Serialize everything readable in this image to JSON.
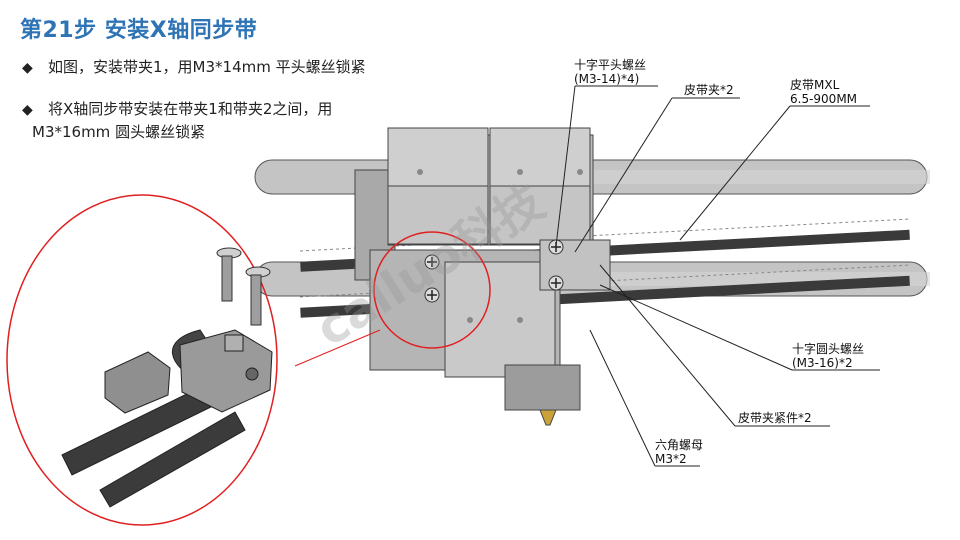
{
  "title": "第21步 安装X轴同步带",
  "bullets": [
    {
      "icon": "diamond-bullet-icon",
      "text": "如图，安装带夹1，用M3*14mm 平头螺丝锁紧"
    },
    {
      "icon": "diamond-bullet-icon",
      "line1": "将X轴同步带安装在带夹1和带夹2之间，用",
      "line2": "M3*16mm 圆头螺丝锁紧"
    }
  ],
  "callouts": {
    "flat_screw": {
      "l1": "十字平头螺丝",
      "l2": "(M3-14)*4)"
    },
    "belt_clip": {
      "l1": "皮带夹*2"
    },
    "belt": {
      "l1": "皮带MXL",
      "l2": "6.5-900MM"
    },
    "round_screw": {
      "l1": "十字圆头螺丝",
      "l2": "(M3-16)*2"
    },
    "belt_tensioner": {
      "l1": "皮带夹紧件*2"
    },
    "hex_nut": {
      "l1": "六角螺母",
      "l2": "M3*2"
    }
  },
  "watermark": "calluo科技",
  "colors": {
    "title": "#2e74b5",
    "circle": "#e02020",
    "part": "#b8b8b8"
  }
}
